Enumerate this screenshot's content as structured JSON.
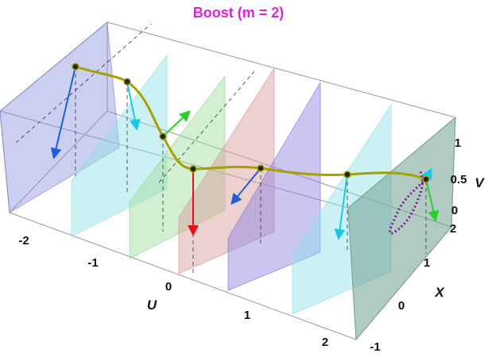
{
  "title": "Boost (m = 2)",
  "colors": {
    "title": "#e020e0",
    "curve": "#a8a000",
    "loop": "#7a1a9a",
    "box_edge": "#9a9a9a"
  },
  "axes": {
    "u": {
      "label": "U",
      "ticks": [
        "-2",
        "-1",
        "0",
        "1",
        "2"
      ]
    },
    "x": {
      "label": "X",
      "ticks": [
        "-1",
        "0",
        "1",
        "2"
      ]
    },
    "v": {
      "label": "V",
      "ticks": [
        "0",
        "0.5",
        "1"
      ]
    }
  },
  "planes": [
    {
      "name": "plane-1",
      "color": "#7f86d6"
    },
    {
      "name": "plane-2",
      "color": "#8fe0e8"
    },
    {
      "name": "plane-3",
      "color": "#9ddc9a"
    },
    {
      "name": "plane-4",
      "color": "#d89a9a"
    },
    {
      "name": "plane-5",
      "color": "#8a7ee0"
    },
    {
      "name": "plane-6",
      "color": "#8fe0e8"
    },
    {
      "name": "plane-7",
      "color": "#6fa090"
    }
  ],
  "arrows": [
    {
      "name": "arrow-1",
      "color": "#1e5fd8"
    },
    {
      "name": "arrow-2",
      "color": "#18c8e8"
    },
    {
      "name": "arrow-3",
      "color": "#28d028"
    },
    {
      "name": "arrow-4",
      "color": "#e81010"
    },
    {
      "name": "arrow-5",
      "color": "#1e5fd8"
    },
    {
      "name": "arrow-6",
      "color": "#18c8e8"
    },
    {
      "name": "arrow-7",
      "color": "#28d028"
    },
    {
      "name": "arrow-8",
      "color": "#18c8e8"
    }
  ]
}
